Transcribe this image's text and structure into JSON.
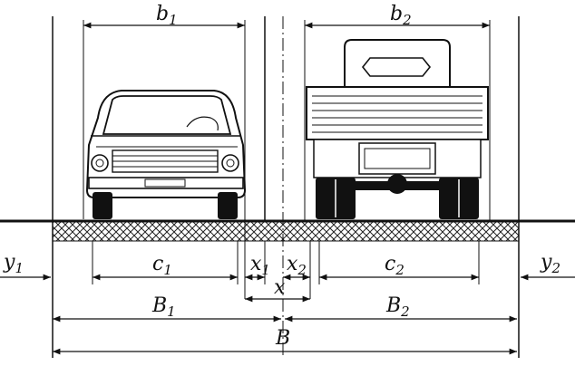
{
  "labels": {
    "b1": {
      "main": "b",
      "sub": "1"
    },
    "b2": {
      "main": "b",
      "sub": "2"
    },
    "y1": {
      "main": "y",
      "sub": "1"
    },
    "c1": {
      "main": "c",
      "sub": "1"
    },
    "x1": {
      "main": "x",
      "sub": "1"
    },
    "x2": {
      "main": "x",
      "sub": "2"
    },
    "c2": {
      "main": "c",
      "sub": "2"
    },
    "y2": {
      "main": "y",
      "sub": "2"
    },
    "x": {
      "main": "x"
    },
    "B1": {
      "main": "B",
      "sub": "1"
    },
    "B2": {
      "main": "B",
      "sub": "2"
    },
    "B": {
      "main": "B"
    }
  },
  "colors": {
    "ink": "#111111",
    "background": "#ffffff"
  }
}
